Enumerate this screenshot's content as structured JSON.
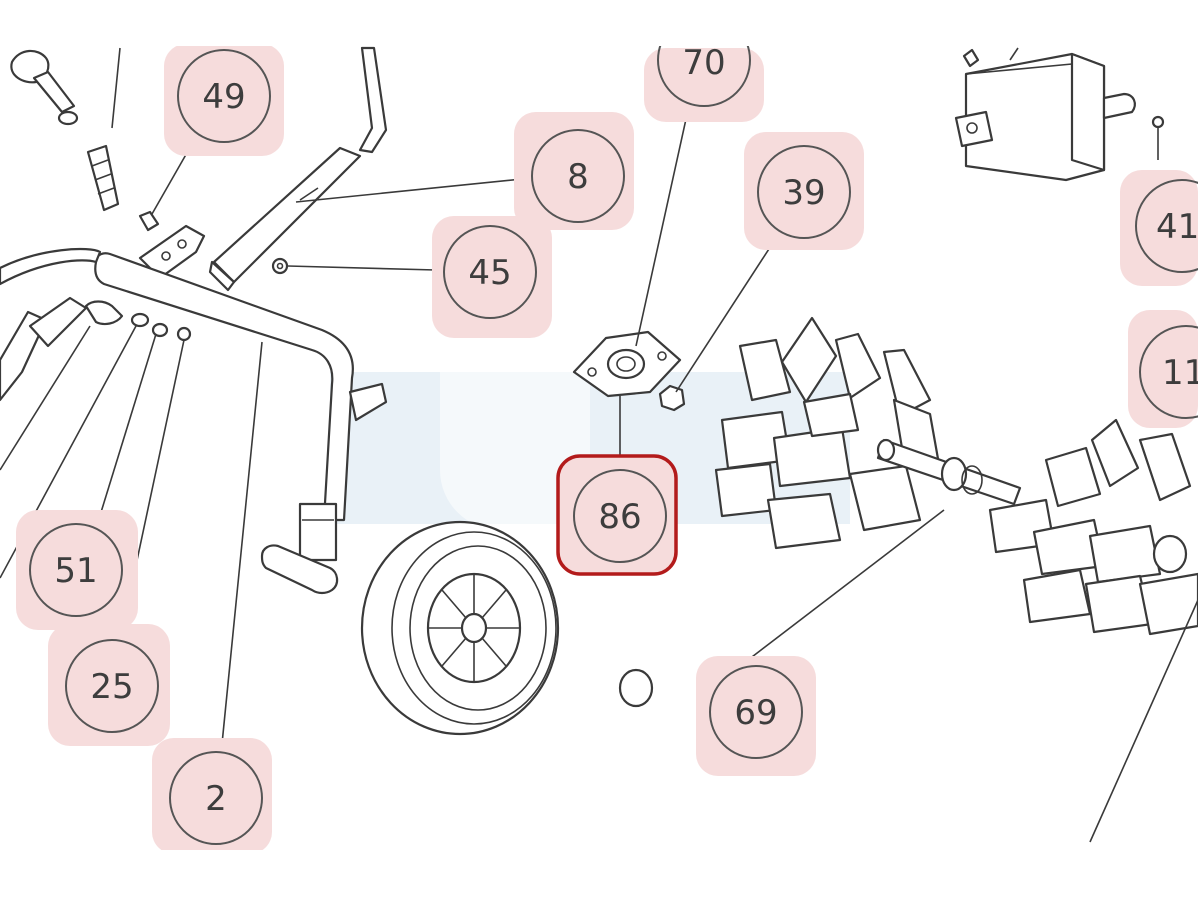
{
  "colors": {
    "callout_fill": "#f6dcdc",
    "callout_ring": "#555555",
    "highlight_border": "#b31b1b",
    "watermark": "#e9f1f7",
    "line": "#3a3a3a"
  },
  "callouts": [
    {
      "id": "49",
      "label": "49"
    },
    {
      "id": "70",
      "label": "70"
    },
    {
      "id": "8",
      "label": "8"
    },
    {
      "id": "39",
      "label": "39"
    },
    {
      "id": "45",
      "label": "45"
    },
    {
      "id": "41",
      "label": "41"
    },
    {
      "id": "11",
      "label": "11"
    },
    {
      "id": "86",
      "label": "86",
      "highlighted": true
    },
    {
      "id": "51",
      "label": "51"
    },
    {
      "id": "25",
      "label": "25"
    },
    {
      "id": "69",
      "label": "69"
    },
    {
      "id": "2",
      "label": "2"
    }
  ]
}
